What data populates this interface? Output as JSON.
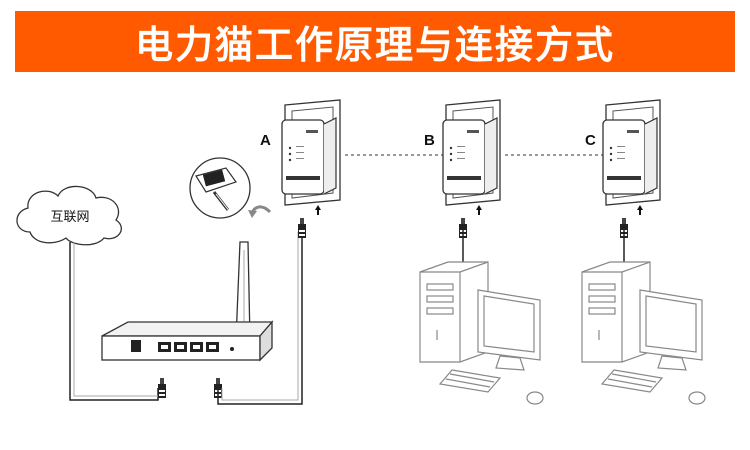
{
  "title": "电力猫工作原理与连接方式",
  "colors": {
    "banner": "#ff5a00",
    "banner_text": "#ffffff",
    "line": "#222222",
    "device_light": "#aaaaaa"
  },
  "cloud": {
    "label": "互联网"
  },
  "adapters": [
    {
      "label": "A"
    },
    {
      "label": "B"
    },
    {
      "label": "C"
    }
  ],
  "icons": [
    "cloud-icon",
    "router-icon",
    "ethernet-plug-icon",
    "power-outlet-icon",
    "powerline-adapter-icon",
    "desktop-computer-icon",
    "monitor-icon",
    "keyboard-icon",
    "mouse-icon",
    "arrow-up-icon",
    "curved-arrow-icon"
  ]
}
